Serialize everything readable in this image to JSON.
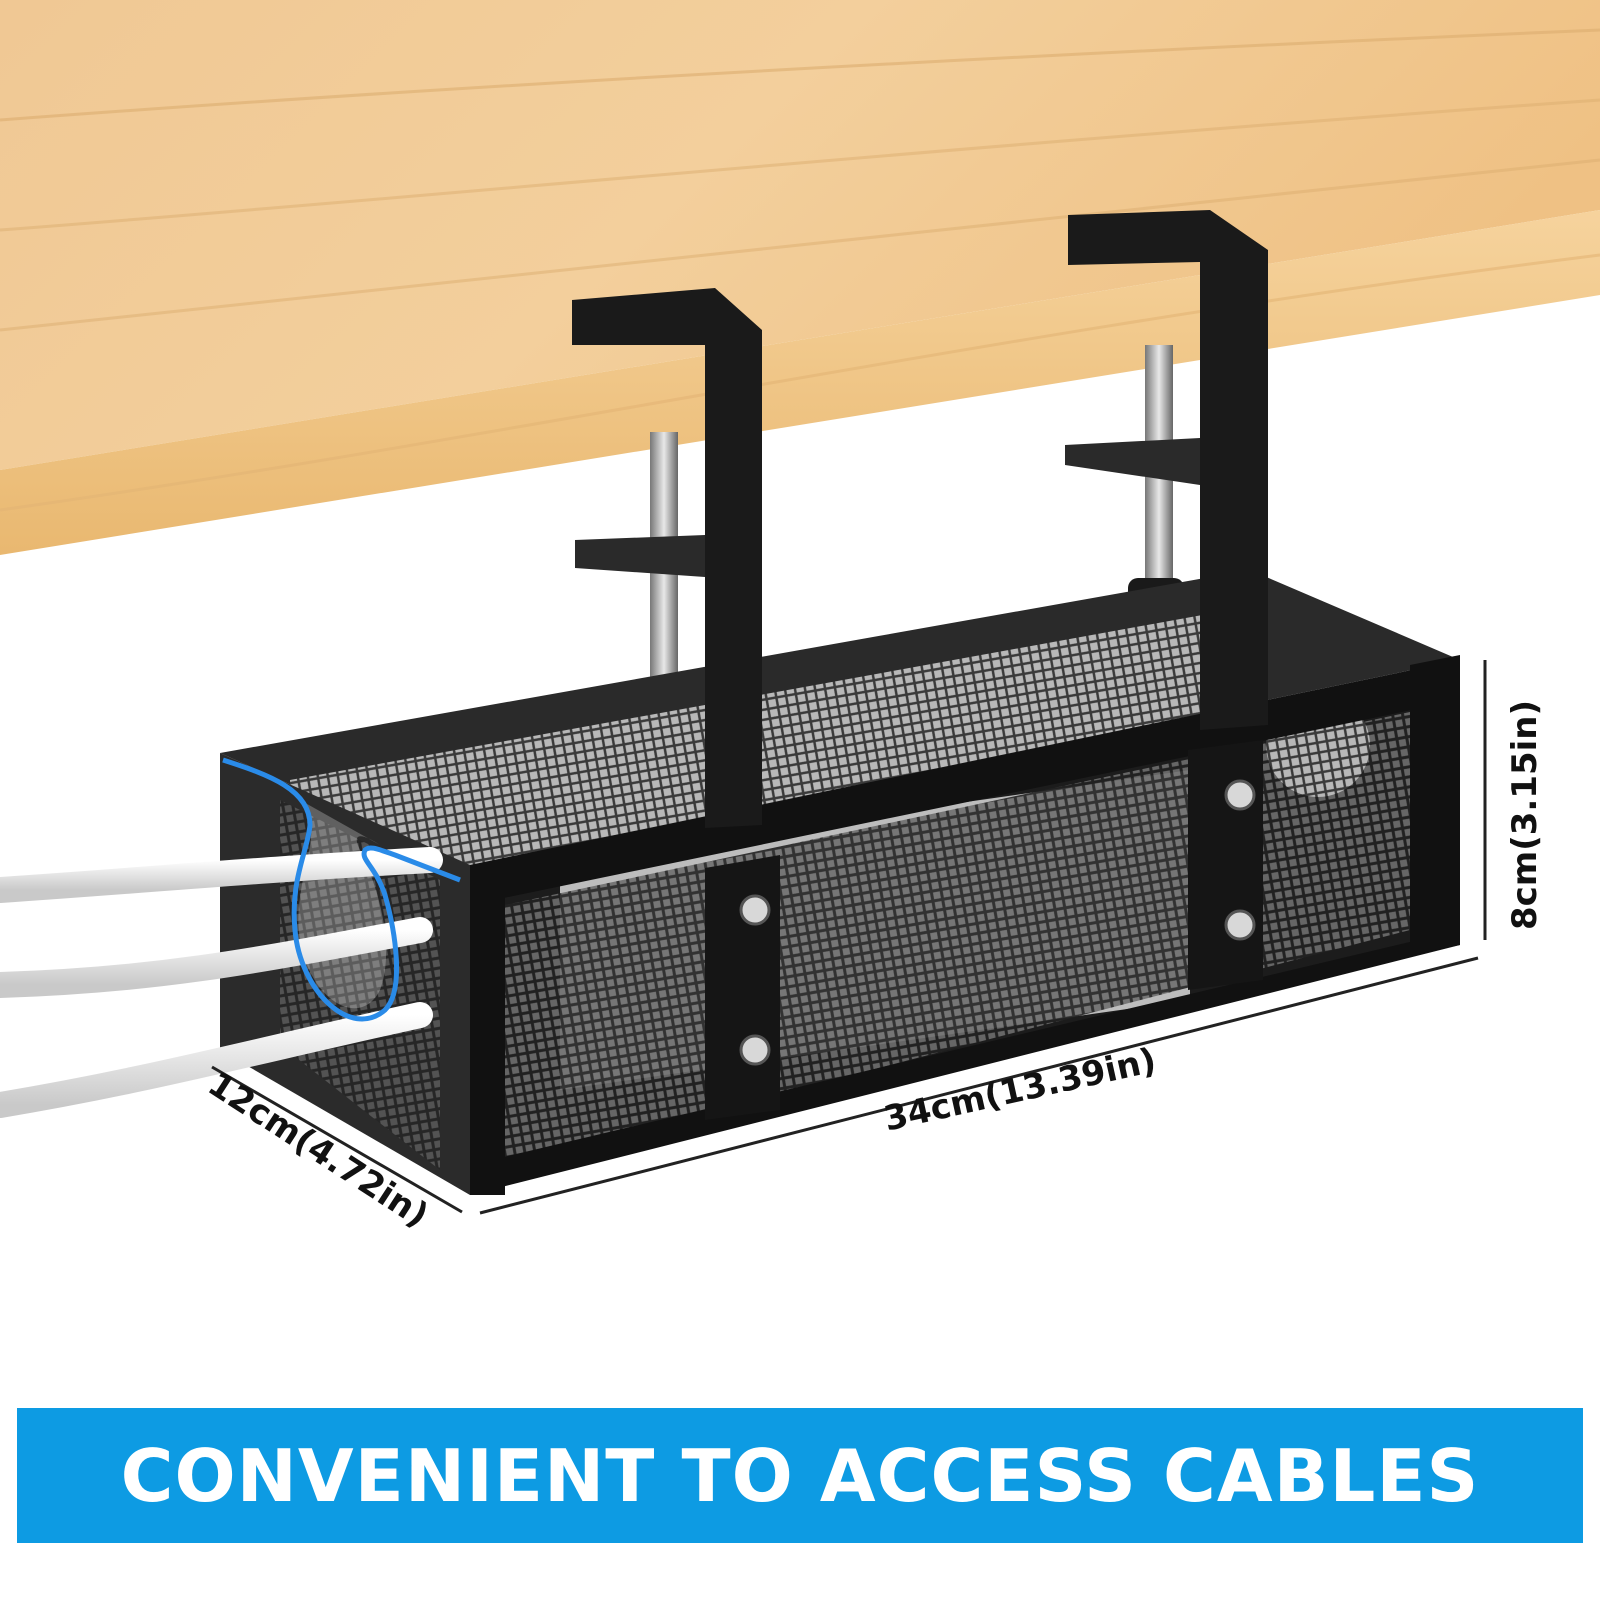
{
  "dimensions": {
    "length": "34cm(13.39in)",
    "depth": "12cm(4.72in)",
    "height": "8cm(3.15in)"
  },
  "banner": {
    "text": "CONVENIENT TO ACCESS CABLES"
  },
  "colors": {
    "banner_background": "#0d9be3",
    "banner_text": "#ffffff",
    "wood": "#f1c486",
    "metal": "#1e1e1e",
    "highlight": "#2a8be8"
  }
}
